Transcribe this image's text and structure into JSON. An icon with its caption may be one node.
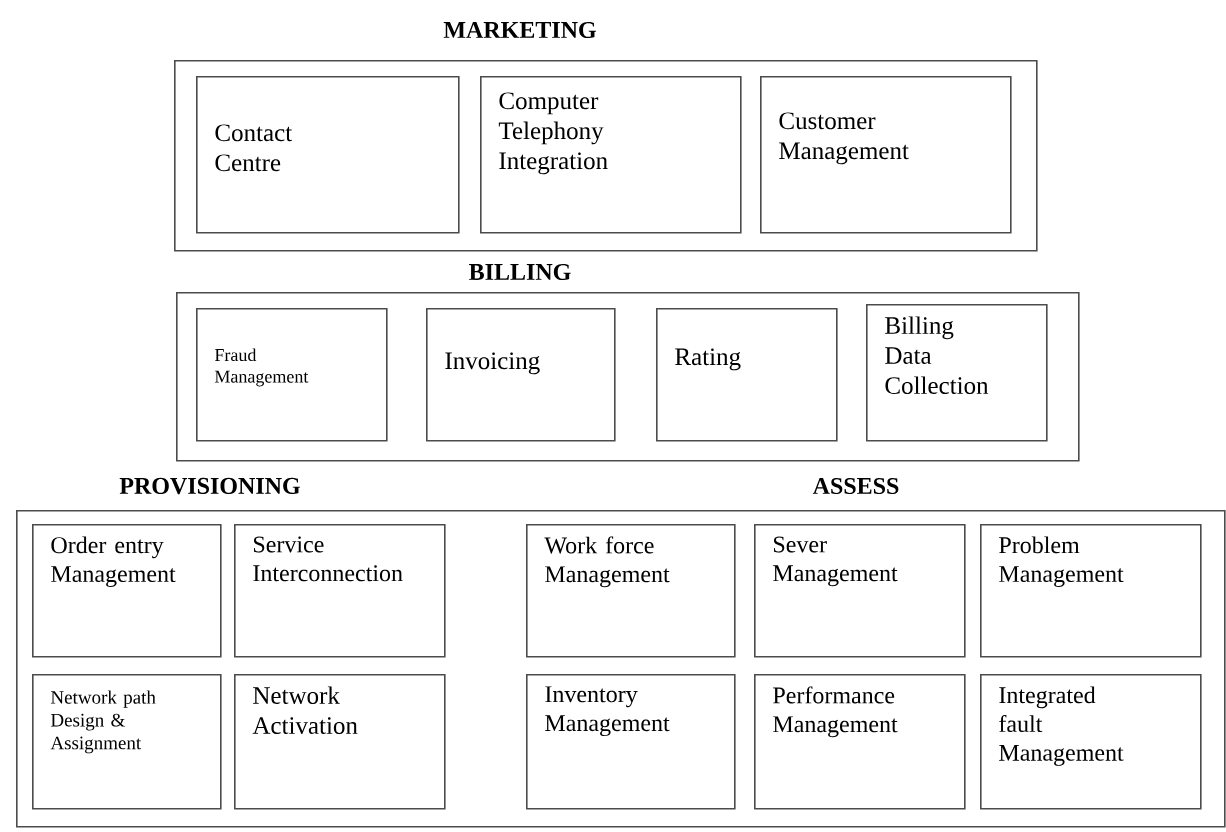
{
  "diagram": {
    "nodes": [
      {
        "text": [
          "MARKETING"
        ]
      },
      {
        "text": [
          "Contact Centre"
        ],
        "in": 0
      },
      {
        "text": [
          "Computer Telephony Integration"
        ],
        "in": 0
      },
      {
        "text": [
          "Customer Management"
        ],
        "in": 0
      },
      {
        "text": [
          "BILLING"
        ]
      },
      {
        "text": [
          "Fraud Management"
        ],
        "in": 4
      },
      {
        "text": [
          "Invoicing"
        ],
        "in": 4
      },
      {
        "text": [
          "Rating"
        ],
        "in": 4
      },
      {
        "text": [
          "Billing Data Collection"
        ],
        "in": 4
      },
      {
        "text": [
          "PROVISIONING",
          "ASSESS"
        ]
      },
      {
        "text": [
          "Order entry Management"
        ],
        "in": 9
      },
      {
        "text": [
          "Service Interconnection"
        ],
        "in": 9
      },
      {
        "text": [
          "Work force Management"
        ],
        "in": 9
      },
      {
        "text": [
          "Sever Management"
        ],
        "in": 9
      },
      {
        "text": [
          "Problem Management"
        ],
        "in": 9
      },
      {
        "text": [
          "Network path Design & Assignment"
        ],
        "in": 9
      },
      {
        "text": [
          "Network Activation"
        ],
        "in": 9
      },
      {
        "text": [
          "Inventory Management"
        ],
        "in": 9
      },
      {
        "text": [
          "Performance Management"
        ],
        "in": 9
      },
      {
        "text": [
          "Integrated fault Management"
        ],
        "in": 9
      }
    ]
  }
}
